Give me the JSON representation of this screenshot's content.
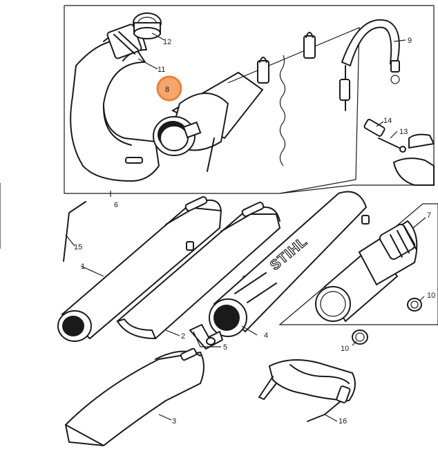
{
  "labels": {
    "p1": "1",
    "p2": "2",
    "p3": "3",
    "p4": "4",
    "p5": "5",
    "p6": "6",
    "p7": "7",
    "p8": "8",
    "p9": "9",
    "p10a": "10",
    "p10b": "10",
    "p11": "11",
    "p12": "12",
    "p13": "13",
    "p14": "14",
    "p15": "15",
    "p16": "16"
  },
  "brand": "STIHL",
  "highlight": {
    "part": "8",
    "color": "#f28c3a"
  }
}
